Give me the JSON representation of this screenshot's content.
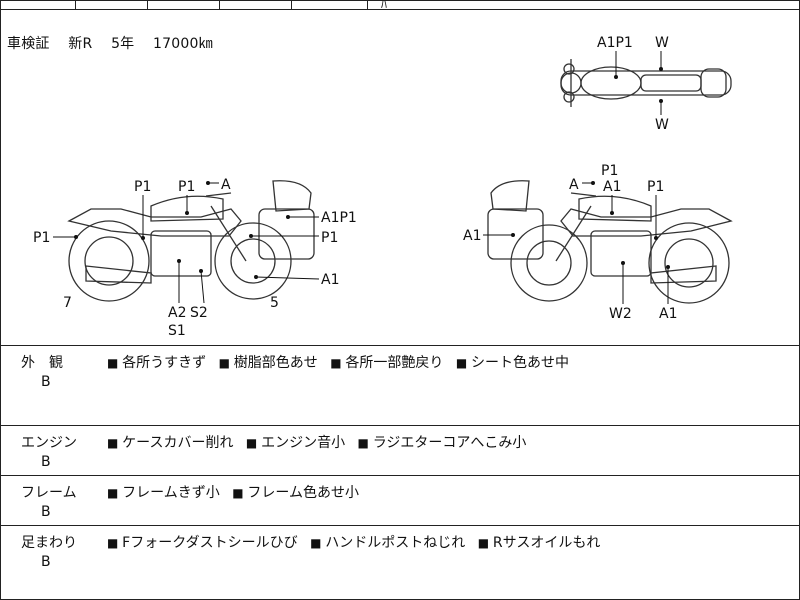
{
  "header_strip": {
    "tail": "ﾊﾟ ﾟ ﾟ ﾟ"
  },
  "registration": {
    "type": "車検証",
    "status": "新R",
    "year": "5年",
    "mileage": "17000㎞"
  },
  "diagram": {
    "top": {
      "a1p1": "A1P1",
      "w_top": "W",
      "w_bottom": "W"
    },
    "left": {
      "p1_a": "P1",
      "p1_b": "P1",
      "a": "A",
      "p1_rear": "P1",
      "a1p1": "A1P1",
      "p1_right": "P1",
      "a1": "A1",
      "num7": "7",
      "a2": "A2",
      "s2": "S2",
      "s1": "S1",
      "num5": "5"
    },
    "right": {
      "p1_top": "P1",
      "a_left": "A",
      "a1_top": "A1",
      "p1_right": "P1",
      "a1_left": "A1",
      "w2": "W2",
      "a1_bottom": "A1"
    }
  },
  "sections": [
    {
      "label": "外　観",
      "grade": "B",
      "items": [
        "各所うすきず",
        "樹脂部色あせ",
        "各所一部艶戻り",
        "シート色あせ中"
      ]
    },
    {
      "label": "エンジン",
      "grade": "B",
      "items": [
        "ケースカバー削れ",
        "エンジン音小",
        "ラジエターコアへこみ小"
      ]
    },
    {
      "label": "フレーム",
      "grade": "B",
      "items": [
        "フレームきず小",
        "フレーム色あせ小"
      ]
    },
    {
      "label": "足まわり",
      "grade": "B",
      "items": [
        "Fフォークダストシールひび",
        "ハンドルポストねじれ",
        "Rサスオイルもれ"
      ]
    }
  ]
}
